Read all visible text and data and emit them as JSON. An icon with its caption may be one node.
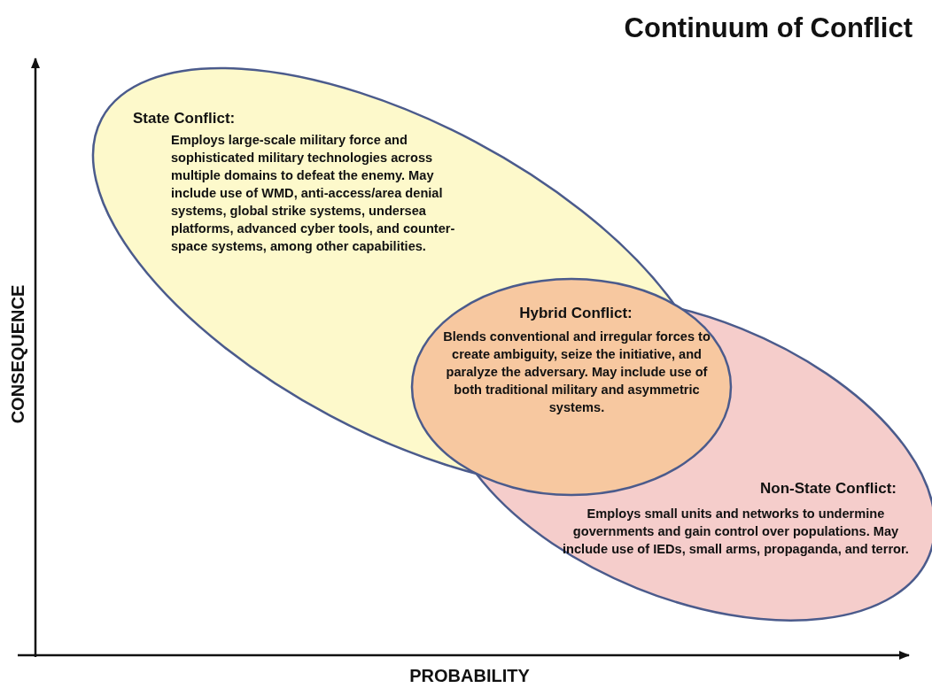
{
  "diagram": {
    "title": "Continuum of Conflict",
    "nodes": [
      {
        "text": [
          "State Conflict:",
          "Employs large-scale military force and sophisticated military technologies across multiple domains to defeat the enemy.  May include use of WMD, anti-access/area denial systems, global strike systems, undersea platforms, advanced cyber tools, and counter-space systems, among other capabilities."
        ]
      },
      {
        "text": [
          "Hybrid Conflict:",
          "Blends conventional and irregular forces to create ambiguity, seize the initiative, and paralyze the adversary.  May include use of both traditional military and asymmetric systems."
        ]
      },
      {
        "text": [
          "Non-State Conflict:",
          "Employs small units and networks to undermine governments and gain control over populations.  May include use of IEDs, small arms, propaganda, and terror."
        ]
      }
    ],
    "labels": [
      "CONSEQUENCE",
      "PROBABILITY"
    ]
  }
}
